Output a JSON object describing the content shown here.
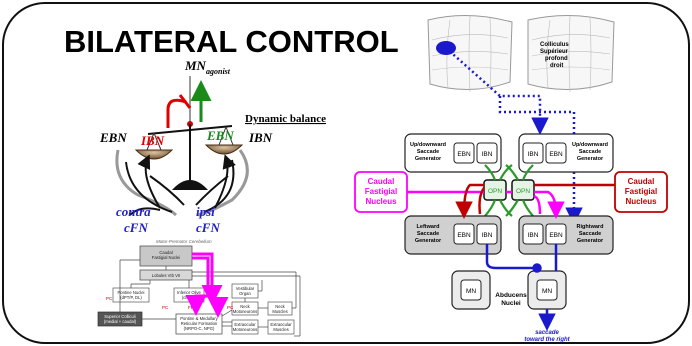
{
  "title": "BILATERAL CONTROL",
  "left_panel": {
    "mn_label": "MN",
    "mn_sub": "agonist",
    "ebn_top": "EBN",
    "ibn_top": "IBN",
    "dynamic_balance": "Dynamic balance",
    "ebn_left": "EBN",
    "ibn_right": "IBN",
    "contra_label": "contra",
    "contra_sub": "cFN",
    "ipsi_label": "ipsi",
    "ipsi_sub": "cFN",
    "colors": {
      "red": "#e00000",
      "green": "#1a8a1a",
      "blue": "#2020cc"
    }
  },
  "circuit": {
    "caption": "Motor-Premotor Cerebellum",
    "caudal_fastigial": [
      "Caudal",
      "Fastigial Nuclei"
    ],
    "lobules": "Lobules VIb VII",
    "pontine": [
      "Pontine Nuclei",
      "(dPT/P, DL)"
    ],
    "inferior_olive": [
      "Inferior Olive",
      "(cMAO)"
    ],
    "vestibular": [
      "Vestibular",
      "Organ"
    ],
    "neck_motoneurons": [
      "Neck",
      "Motoneurons"
    ],
    "neck_muscles": [
      "Neck",
      "Muscles"
    ],
    "superior_colliculi": [
      "Superior Colliculi",
      "(medial + caudal)"
    ],
    "pontine_reticular": [
      "Pontine & Medullary",
      "Reticular Formation",
      "(NRPO-C, NPG)"
    ],
    "extraocular_motoneurons": [
      "Extraocular",
      "Motoneurons"
    ],
    "extraocular_muscles": [
      "Extraocular",
      "Muscles"
    ],
    "pc_left": "PC",
    "pc_mid": "PC",
    "pc_right": "PC",
    "fp": "FP"
  },
  "right_panel": {
    "colliculus_label": [
      "Colliculus",
      "Supérieur",
      "profond",
      "droit"
    ],
    "up_left": [
      "Up/downward",
      "Saccade",
      "Generator"
    ],
    "up_right": [
      "Up/downward",
      "Saccade",
      "Generator"
    ],
    "left_gen": [
      "Leftward",
      "Saccade",
      "Generator"
    ],
    "right_gen": [
      "Rightward",
      "Saccade",
      "Generator"
    ],
    "ebn": "EBN",
    "ibn": "IBN",
    "opn": "OPN",
    "caudal_left": [
      "Caudal",
      "Fastigial",
      "Nucleus"
    ],
    "caudal_right": [
      "Caudal",
      "Fastigial",
      "Nucleus"
    ],
    "mn": "MN",
    "abducens": [
      "Abducens",
      "Nuclei"
    ],
    "saccade": [
      "saccade",
      "toward the right"
    ],
    "colors": {
      "magenta": "#ff00ff",
      "darkred": "#c00000",
      "blue": "#1a1acc",
      "green": "#2a9a2a",
      "gray": "#d0d0d0"
    }
  }
}
